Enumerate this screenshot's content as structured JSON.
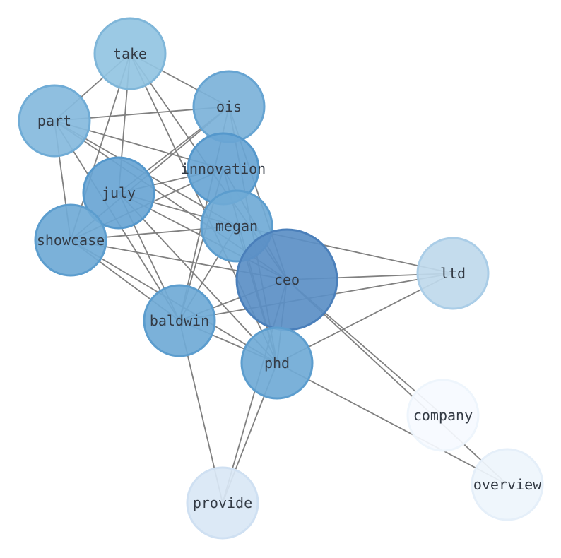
{
  "graph": {
    "nodes": [
      {
        "id": "take",
        "label": "take",
        "fill": "#93c4e2",
        "stroke": "#7fb6d9",
        "degree": 6
      },
      {
        "id": "ois",
        "label": "ois",
        "fill": "#7cb2d9",
        "stroke": "#66a4d2",
        "degree": 8
      },
      {
        "id": "part",
        "label": "part",
        "fill": "#86badd",
        "stroke": "#70acd6",
        "degree": 7
      },
      {
        "id": "innovation",
        "label": "innovation",
        "fill": "#69a5d4",
        "stroke": "#5598cc",
        "degree": 9
      },
      {
        "id": "july",
        "label": "july",
        "fill": "#69a5d4",
        "stroke": "#5598cc",
        "degree": 9
      },
      {
        "id": "megan",
        "label": "megan",
        "fill": "#70aad6",
        "stroke": "#5c9dce",
        "degree": 8
      },
      {
        "id": "showcase",
        "label": "showcase",
        "fill": "#70aad6",
        "stroke": "#5c9dce",
        "degree": 8
      },
      {
        "id": "ltd",
        "label": "ltd",
        "fill": "#bfd9ec",
        "stroke": "#aacde7",
        "degree": 4
      },
      {
        "id": "ceo",
        "label": "ceo",
        "fill": "#5b8fc6",
        "stroke": "#4a7fba",
        "degree": 14
      },
      {
        "id": "baldwin",
        "label": "baldwin",
        "fill": "#70aad6",
        "stroke": "#5c9dce",
        "degree": 8
      },
      {
        "id": "phd",
        "label": "phd",
        "fill": "#70aad6",
        "stroke": "#5c9dce",
        "degree": 8
      },
      {
        "id": "company",
        "label": "company",
        "fill": "#f6faff",
        "stroke": "#eef5fc",
        "degree": 1
      },
      {
        "id": "overview",
        "label": "overview",
        "fill": "#eef5fc",
        "stroke": "#e5eff9",
        "degree": 2
      },
      {
        "id": "provide",
        "label": "provide",
        "fill": "#d9e7f5",
        "stroke": "#cfe0f2",
        "degree": 3
      }
    ],
    "edges": [
      [
        "take",
        "part"
      ],
      [
        "take",
        "ois"
      ],
      [
        "take",
        "july"
      ],
      [
        "take",
        "showcase"
      ],
      [
        "take",
        "ceo"
      ],
      [
        "take",
        "phd"
      ],
      [
        "part",
        "ois"
      ],
      [
        "part",
        "innovation"
      ],
      [
        "part",
        "megan"
      ],
      [
        "part",
        "ceo"
      ],
      [
        "part",
        "showcase"
      ],
      [
        "part",
        "baldwin"
      ],
      [
        "ois",
        "july"
      ],
      [
        "ois",
        "showcase"
      ],
      [
        "ois",
        "baldwin"
      ],
      [
        "ois",
        "phd"
      ],
      [
        "ois",
        "ceo"
      ],
      [
        "innovation",
        "july"
      ],
      [
        "innovation",
        "showcase"
      ],
      [
        "innovation",
        "ceo"
      ],
      [
        "innovation",
        "baldwin"
      ],
      [
        "innovation",
        "phd"
      ],
      [
        "july",
        "megan"
      ],
      [
        "july",
        "ceo"
      ],
      [
        "july",
        "baldwin"
      ],
      [
        "july",
        "phd"
      ],
      [
        "megan",
        "showcase"
      ],
      [
        "megan",
        "ltd"
      ],
      [
        "megan",
        "baldwin"
      ],
      [
        "megan",
        "phd"
      ],
      [
        "showcase",
        "ceo"
      ],
      [
        "showcase",
        "baldwin"
      ],
      [
        "showcase",
        "phd"
      ],
      [
        "ceo",
        "ltd"
      ],
      [
        "ceo",
        "baldwin"
      ],
      [
        "ceo",
        "phd"
      ],
      [
        "ceo",
        "company"
      ],
      [
        "ceo",
        "overview"
      ],
      [
        "ceo",
        "provide"
      ],
      [
        "ltd",
        "baldwin"
      ],
      [
        "ltd",
        "phd"
      ],
      [
        "baldwin",
        "provide"
      ],
      [
        "baldwin",
        "phd"
      ],
      [
        "phd",
        "provide"
      ],
      [
        "phd",
        "overview"
      ]
    ]
  }
}
